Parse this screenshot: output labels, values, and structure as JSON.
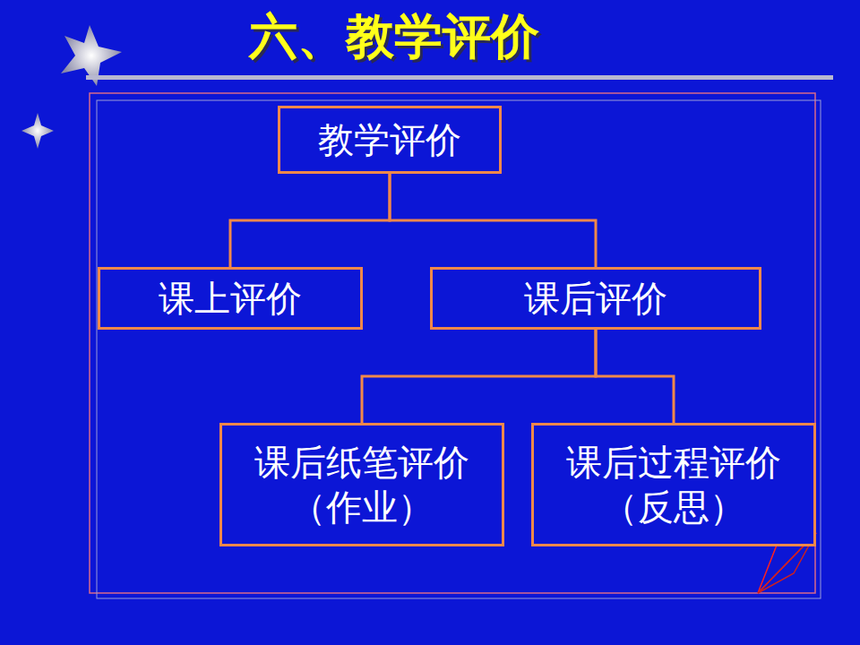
{
  "diagram": {
    "title": "六、教学评价",
    "nodes": [
      {
        "text": [
          "教学评价"
        ]
      },
      {
        "text": [
          "课上评价"
        ]
      },
      {
        "text": [
          "课后评价"
        ]
      },
      {
        "text": [
          "课后纸笔评价 （作业）"
        ]
      },
      {
        "text": [
          "课后过程评价 （反思）"
        ]
      }
    ],
    "edges": [
      {
        "from": 0,
        "to": 1,
        "arrow": "none"
      },
      {
        "from": 0,
        "to": 2,
        "arrow": "none"
      },
      {
        "from": 2,
        "to": 3,
        "arrow": "none"
      },
      {
        "from": 2,
        "to": 4,
        "arrow": "none"
      }
    ]
  }
}
